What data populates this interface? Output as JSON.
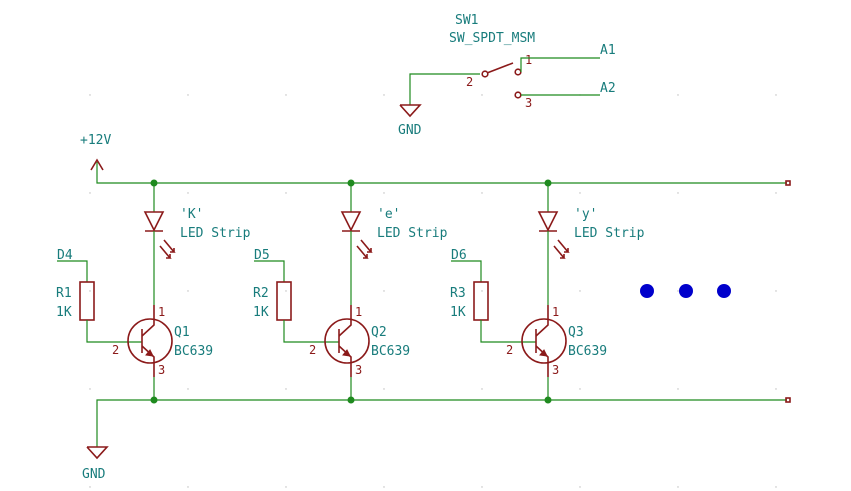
{
  "colors": {
    "wire": "#1f8a1f",
    "symbol": "#8b1a1a",
    "text": "#187c7c",
    "dots": "#0000cc"
  },
  "switch": {
    "ref": "SW1",
    "value": "SW_SPDT_MSM",
    "pin_common": "2",
    "pin_a": "1",
    "pin_b": "3",
    "out_a": "A1",
    "out_b": "A2",
    "gnd": "GND"
  },
  "power": {
    "supply": "+12V",
    "ground": "GND"
  },
  "stages": [
    {
      "led_label": "'K'",
      "led_type": "LED Strip",
      "input": "D4",
      "r_ref": "R1",
      "r_val": "1K",
      "q_ref": "Q1",
      "q_val": "BC639",
      "pin_c": "1",
      "pin_b": "2",
      "pin_e": "3"
    },
    {
      "led_label": "'e'",
      "led_type": "LED Strip",
      "input": "D5",
      "r_ref": "R2",
      "r_val": "1K",
      "q_ref": "Q2",
      "q_val": "BC639",
      "pin_c": "1",
      "pin_b": "2",
      "pin_e": "3"
    },
    {
      "led_label": "'y'",
      "led_type": "LED Strip",
      "input": "D6",
      "r_ref": "R3",
      "r_val": "1K",
      "q_ref": "Q3",
      "q_val": "BC639",
      "pin_c": "1",
      "pin_b": "2",
      "pin_e": "3"
    }
  ]
}
